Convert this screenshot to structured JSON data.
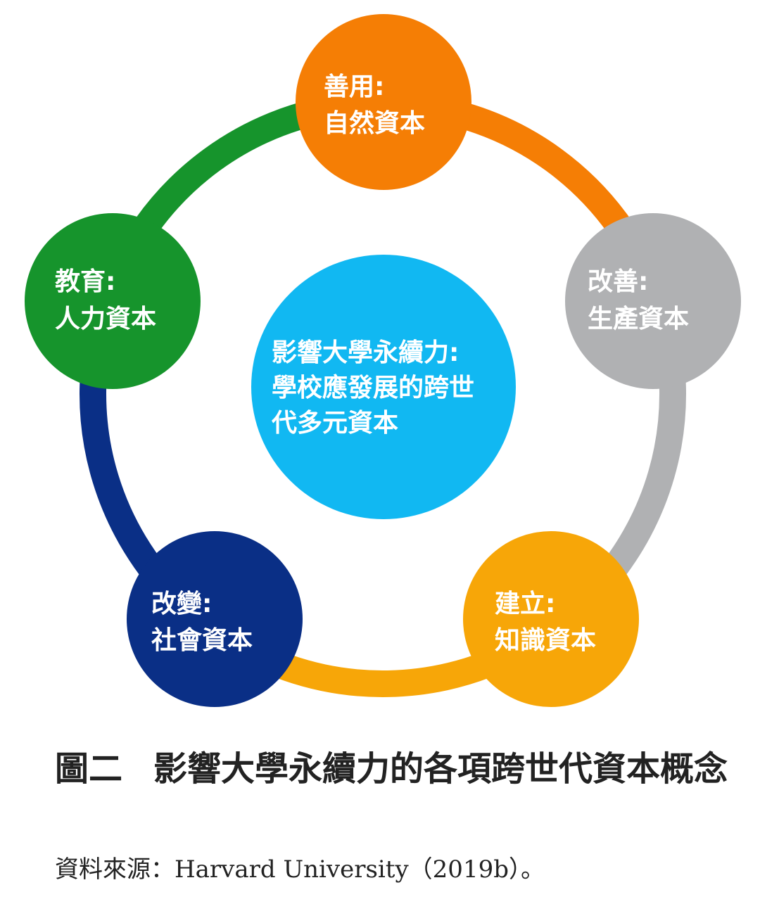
{
  "diagram": {
    "center": {
      "lines": [
        "影響大學永續力:",
        "學校應發展的跨世",
        "代多元資本"
      ],
      "color": "#11b8f2"
    },
    "nodes": [
      {
        "id": "natural",
        "lines": [
          "善用:",
          "自然資本"
        ],
        "color": "#f57e05"
      },
      {
        "id": "production",
        "lines": [
          "改善:",
          "生產資本"
        ],
        "color": "#b0b1b3"
      },
      {
        "id": "knowledge",
        "lines": [
          "建立:",
          "知識資本"
        ],
        "color": "#f7a608"
      },
      {
        "id": "social",
        "lines": [
          "改變:",
          "社會資本"
        ],
        "color": "#0a2f86"
      },
      {
        "id": "human",
        "lines": [
          "教育:",
          "人力資本"
        ],
        "color": "#16942c"
      }
    ]
  },
  "caption": {
    "label": "圖二",
    "text": "影響大學永續力的各項跨世代資本概念"
  },
  "source": {
    "text": "資料來源：Harvard University（2019b）。"
  }
}
